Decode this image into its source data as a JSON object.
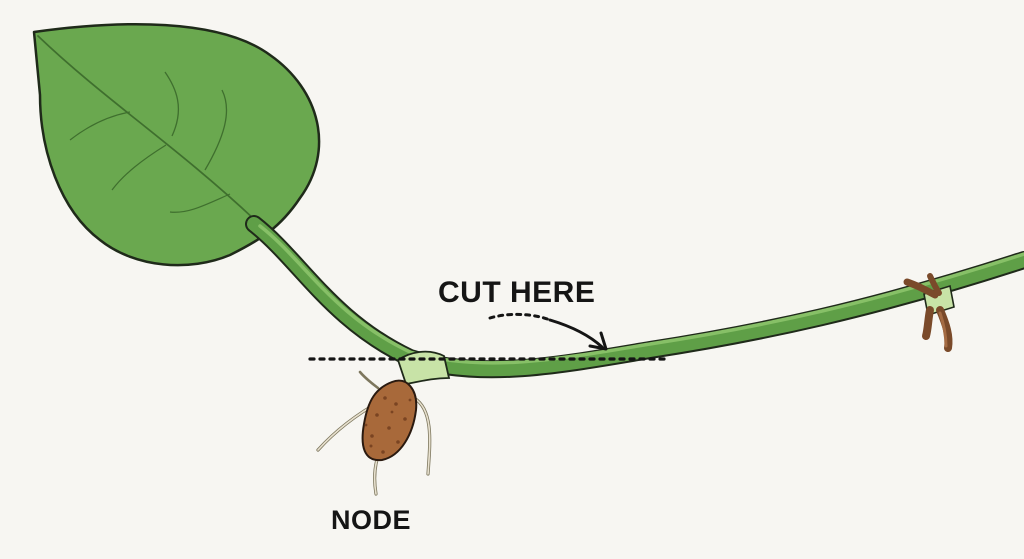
{
  "labels": {
    "cut": "CUT HERE",
    "node": "NODE"
  },
  "colors": {
    "background": "#f7f6f2",
    "leaf": "#6aa84f",
    "leaf_outline": "#1f2a1a",
    "stem": "#5f9f47",
    "node_band": "#c8e3a7",
    "aerial_root": "#a8693a",
    "root_hair": "#e8e1cf",
    "guide_line": "#151515"
  },
  "icons": {
    "leaf": "heart-shaped-leaf",
    "stem": "vine-stem",
    "root": "aerial-root",
    "arrow": "curved-arrow"
  }
}
